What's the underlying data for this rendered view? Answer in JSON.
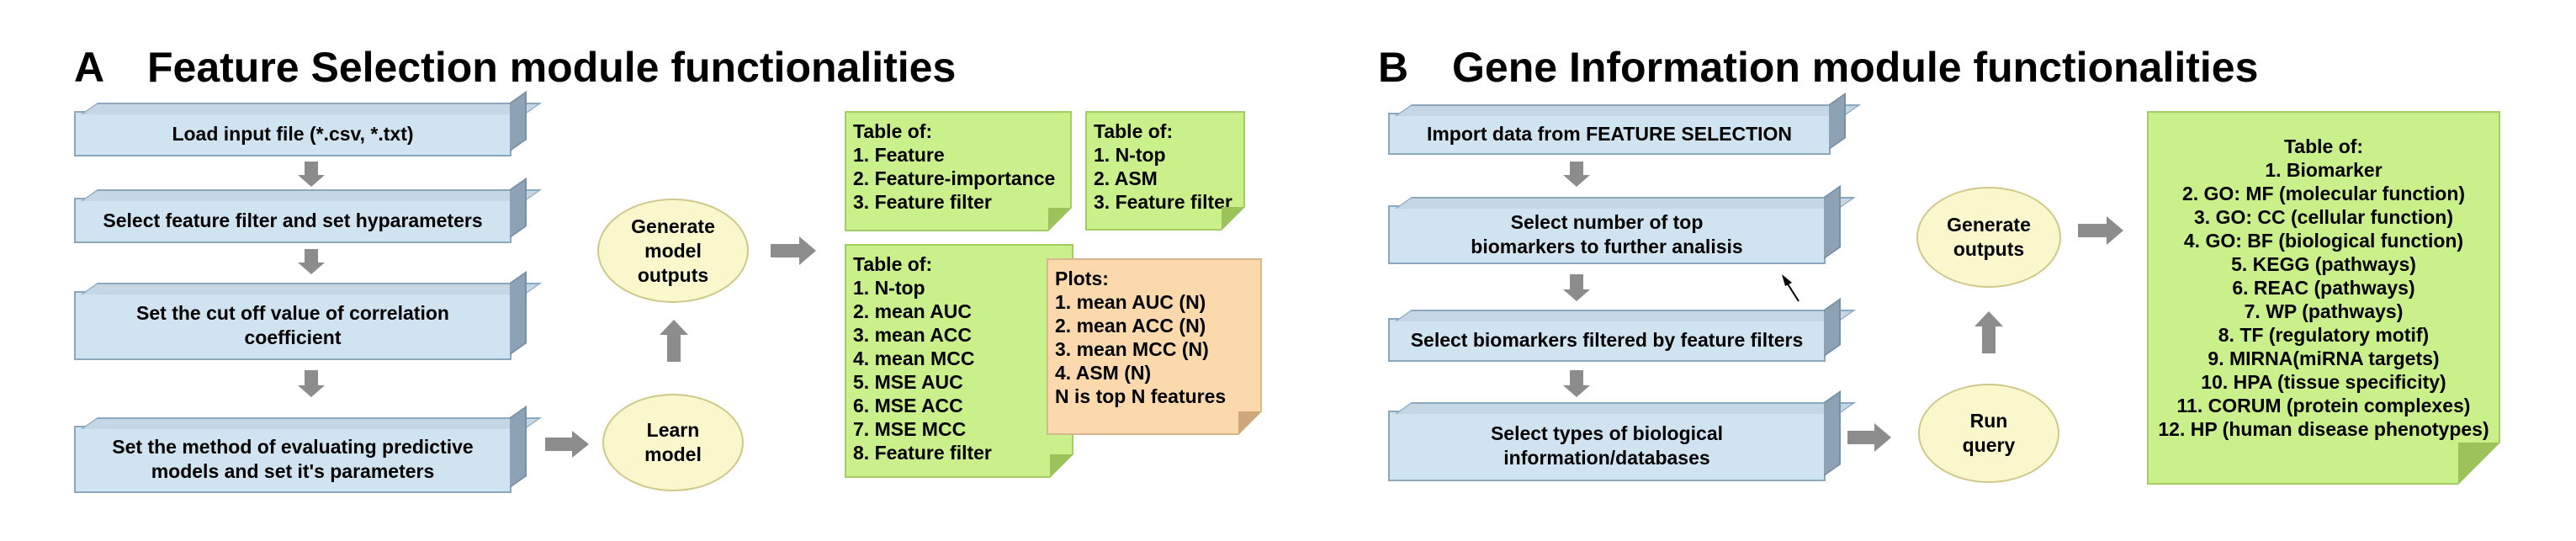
{
  "panel_a": {
    "letter": "A",
    "title": "Feature Selection module functionalities",
    "steps": [
      "Load input file (*.csv, *.txt)",
      "Select feature filter and set hyparameters",
      "Set the cut off value of correlation coefficient",
      "Set the method of evaluating predictive models and set it's parameters"
    ],
    "learn": "Learn model",
    "generate": "Generate model outputs",
    "note1": [
      "Table of:",
      "1. Feature",
      "2. Feature-importance",
      "3. Feature filter"
    ],
    "note2": [
      "Table of:",
      "1. N-top",
      "2. ASM",
      "3. Feature filter"
    ],
    "note3": [
      "Table of:",
      "1. N-top",
      "2. mean AUC",
      "3. mean ACC",
      "4. mean MCC",
      "5. MSE AUC",
      "6. MSE ACC",
      "7. MSE MCC",
      "8. Feature filter"
    ],
    "note4": [
      "Plots:",
      "1. mean AUC (N)",
      "2. mean ACC (N)",
      "3. mean MCC (N)",
      "4.  ASM (N)",
      "N is top N features"
    ]
  },
  "panel_b": {
    "letter": "B",
    "title": "Gene Information module functionalities",
    "steps": [
      "Import data from FEATURE SELECTION",
      "Select number of top biomarkers to further analisis",
      "Select biomarkers filtered by feature filters",
      "Select types of biological information/databases"
    ],
    "run": "Run query",
    "generate": "Generate outputs",
    "table": [
      "Table of:",
      "1. Biomarker",
      "2. GO: MF (molecular function)",
      "3. GO: CC (cellular function)",
      "4. GO: BF (biological function)",
      "5. KEGG (pathways)",
      "6.  REAC (pathways)",
      "7.  WP (pathways)",
      "8. TF (regulatory motif)",
      "9. MIRNA(miRNA targets)",
      "10. HPA (tissue specificity)",
      "11. CORUM (protein complexes)",
      "12. HP (human disease phenotypes)"
    ]
  },
  "colors": {
    "box_fill": "#cfe3f1",
    "ellipse_fill": "#fbf7cc",
    "note_green": "#c9f08a",
    "note_peach": "#fbd9ad",
    "arrow_gray": "#8c8c8c"
  }
}
